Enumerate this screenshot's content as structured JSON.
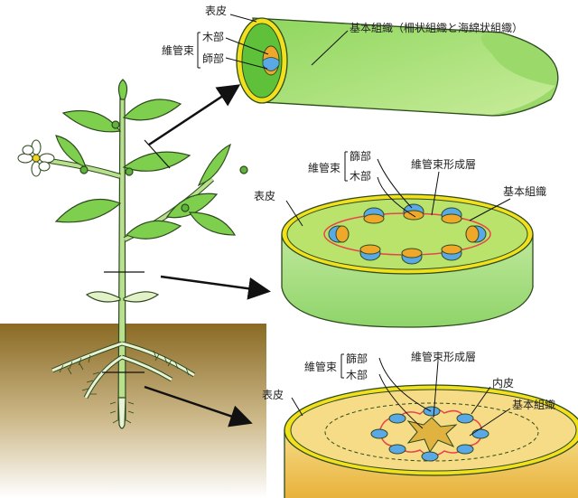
{
  "labels": {
    "leaf_epidermis": "表皮",
    "leaf_ground_tissue": "基本組織（柵状組織と海綿状組織）",
    "leaf_vascular_bundle": "維管束",
    "leaf_xylem": "木部",
    "leaf_phloem": "師部",
    "stem_epidermis": "表皮",
    "stem_vascular_bundle": "維管束",
    "stem_phloem": "篩部",
    "stem_xylem": "木部",
    "stem_cambium": "維管束形成層",
    "stem_ground_tissue": "基本組織",
    "root_epidermis": "表皮",
    "root_vascular_bundle": "維管束",
    "root_phloem": "篩部",
    "root_xylem": "木部",
    "root_cambium": "維管束形成層",
    "root_endodermis": "内皮",
    "root_ground_tissue": "基本組織"
  },
  "colors": {
    "leaf_green": "#5fc13a",
    "leaf_pale": "#c8ec9a",
    "stem_green": "#a8e07a",
    "stem_top": "#b9e36b",
    "rim_yellow": "#f2e01c",
    "root_yellow": "#f2cf58",
    "xylem_orange": "#f0a82a",
    "phloem_blue": "#5aa8e6",
    "cambium_red": "#e8454a",
    "soil": "#8a6a24"
  },
  "icons": [
    "plant-illustration",
    "flower-icon",
    "arrow-icon"
  ]
}
